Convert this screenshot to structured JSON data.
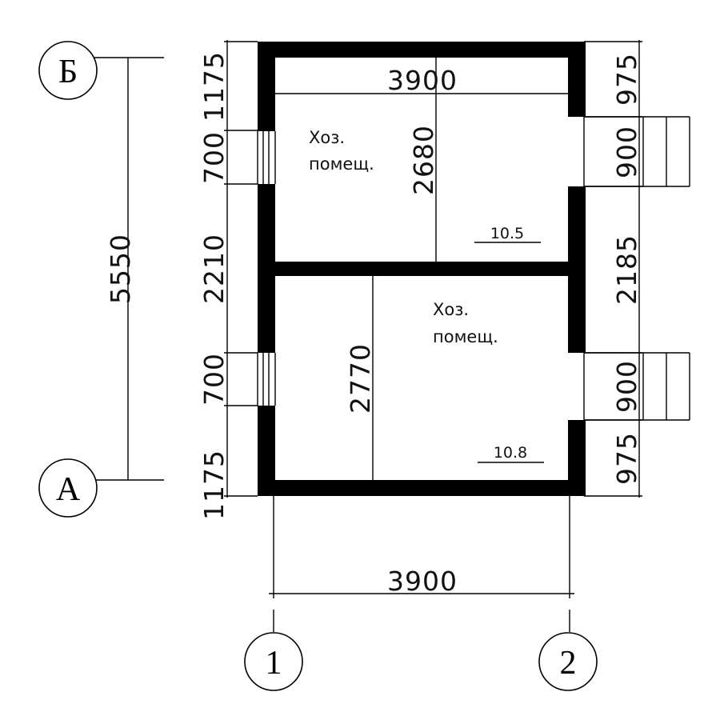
{
  "axes": {
    "rows": [
      {
        "label": "Б"
      },
      {
        "label": "А"
      }
    ],
    "columns": [
      {
        "label": "1"
      },
      {
        "label": "2"
      }
    ]
  },
  "dimensions": {
    "overall_height": "5550",
    "width_top": "3900",
    "width_bottom": "3900",
    "left_chain": [
      "1175",
      "700",
      "2210",
      "700",
      "1175"
    ],
    "right_chain": [
      "975",
      "900",
      "2185",
      "900",
      "975"
    ],
    "room1_depth": "2680",
    "room2_depth": "2770"
  },
  "rooms": [
    {
      "name_line1": "Хоз.",
      "name_line2": "помещ.",
      "area": "10.5"
    },
    {
      "name_line1": "Хоз.",
      "name_line2": "помещ.",
      "area": "10.8"
    }
  ]
}
